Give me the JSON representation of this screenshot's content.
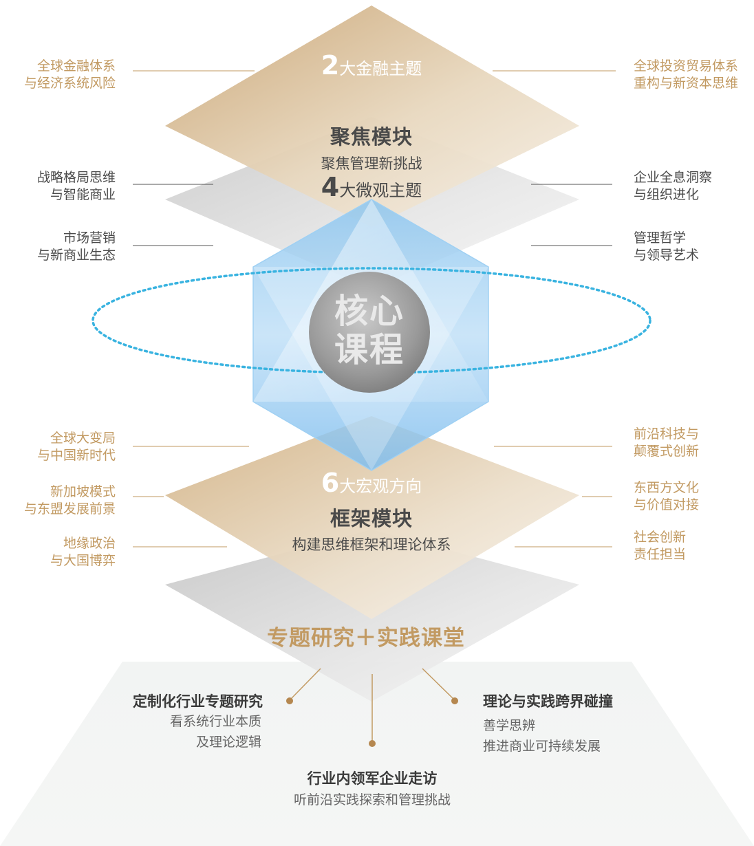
{
  "top_module": {
    "count": "2",
    "count_text": "大金融主题",
    "title": "聚焦模块",
    "subtitle": "聚焦管理新挑战",
    "micro_count": "4",
    "micro_text": "大微观主题"
  },
  "core": {
    "line1": "核心",
    "line2": "课程"
  },
  "bottom_module": {
    "count": "6",
    "count_text": "大宏观方向",
    "title": "框架模块",
    "subtitle": "构建思维框架和理论体系"
  },
  "left_labels": [
    {
      "l1": "全球金融体系",
      "l2": "与经济系统风险"
    },
    {
      "l1": "战略格局思维",
      "l2": "与智能商业"
    },
    {
      "l1": "市场营销",
      "l2": "与新商业生态"
    },
    {
      "l1": "全球大变局",
      "l2": "与中国新时代"
    },
    {
      "l1": "新加坡模式",
      "l2": "与东盟发展前景"
    },
    {
      "l1": "地缘政治",
      "l2": "与大国博弈"
    }
  ],
  "right_labels": [
    {
      "l1": "全球投资贸易体系",
      "l2": "重构与新资本思维"
    },
    {
      "l1": "企业全息洞察",
      "l2": "与组织进化"
    },
    {
      "l1": "管理哲学",
      "l2": "与领导艺术"
    },
    {
      "l1": "前沿科技与",
      "l2": "颠覆式创新"
    },
    {
      "l1": "东西方文化",
      "l2": "与价值对接"
    },
    {
      "l1": "社会创新",
      "l2": "责任担当"
    }
  ],
  "practice": {
    "banner": "专题研究＋实践课堂",
    "left": {
      "title": "定制化行业专题研究",
      "l1": "看系统行业本质",
      "l2": "及理论逻辑"
    },
    "right": {
      "title": "理论与实践跨界碰撞",
      "l1": "善学思辨",
      "l2": "推进商业可持续发展"
    },
    "bottom": {
      "title": "行业内领军企业走访",
      "l1": "听前沿实践探索和管理挑战"
    }
  },
  "colors": {
    "gold": "#c29a62",
    "gold_light": "#f3ebe0",
    "gray": "#bdbdbd",
    "blue": "#5aaee8",
    "ring": "#39b3e0",
    "text_dark": "#4a4a4a"
  }
}
